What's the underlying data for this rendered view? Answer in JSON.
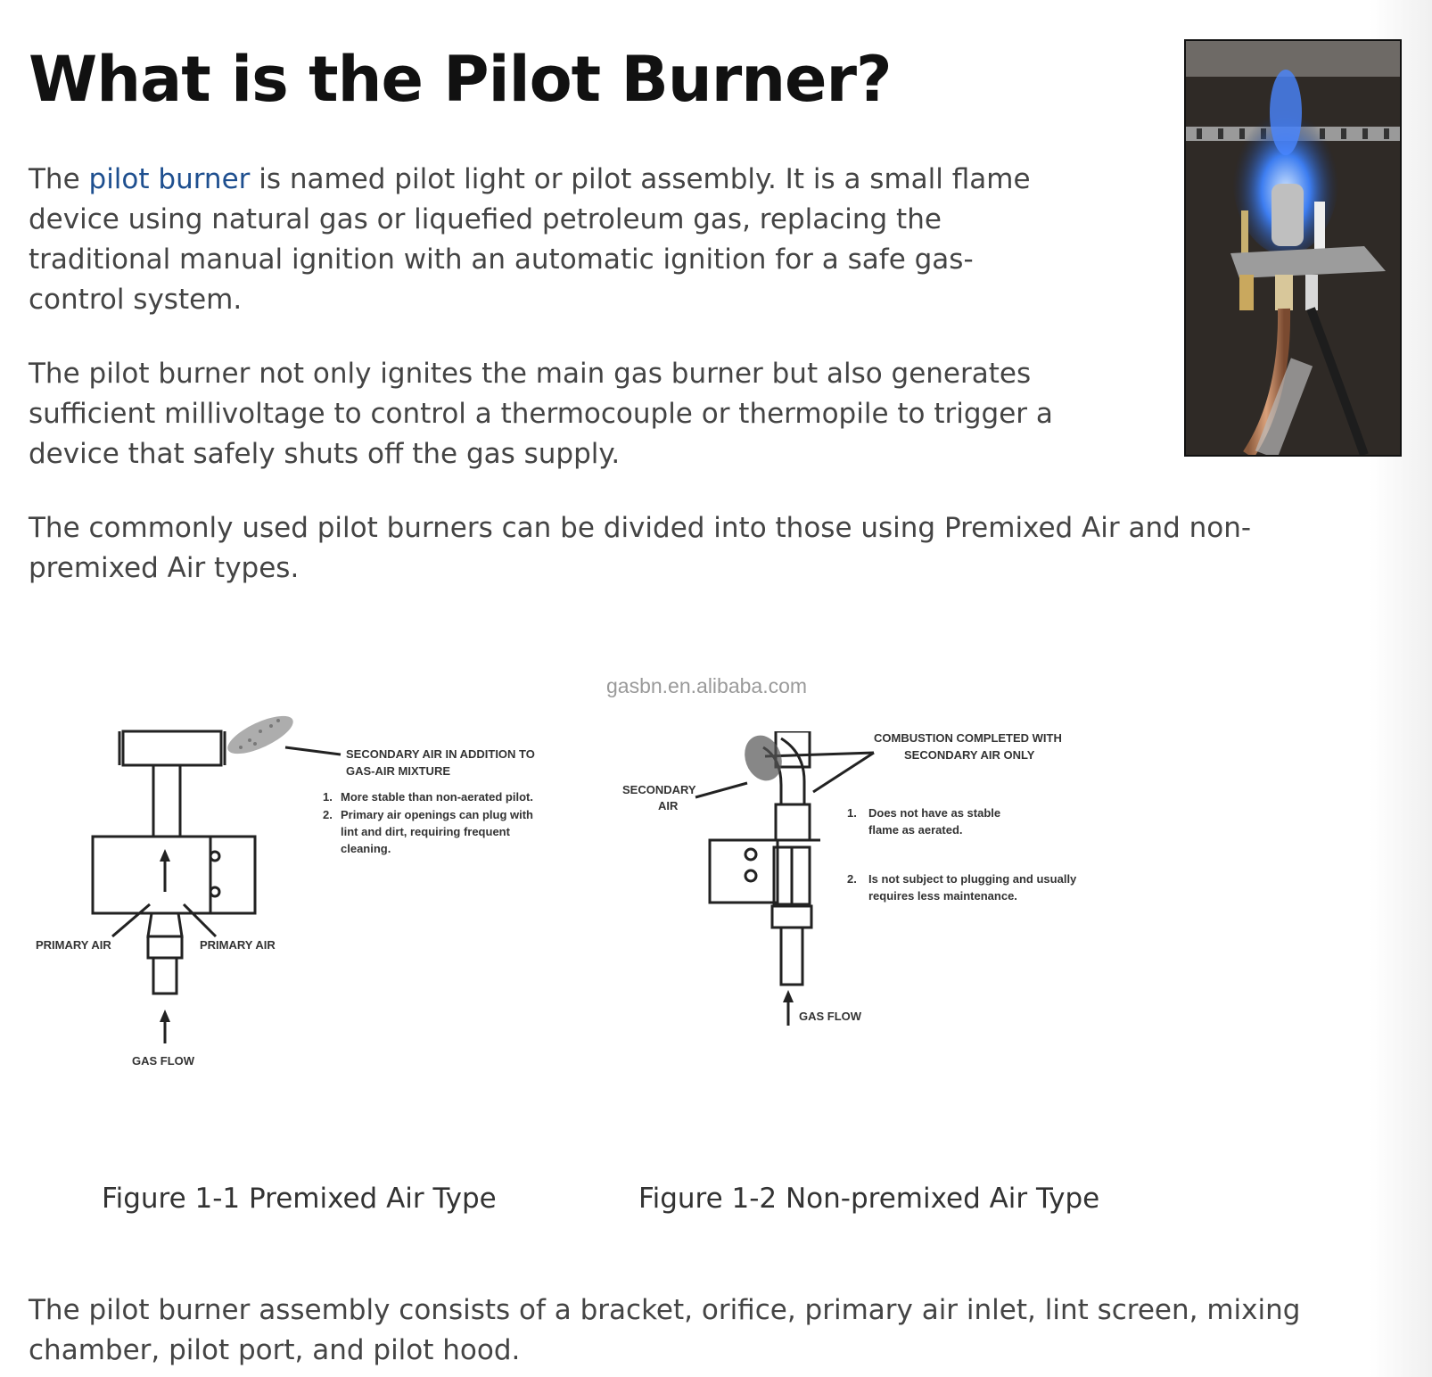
{
  "title": "What is the Pilot Burner?",
  "paragraph1": {
    "prefix": "The ",
    "link": "pilot burner",
    "suffix": " is named pilot light or pilot assembly. It is a small flame device using natural gas or liquefied petroleum gas, replacing the traditional manual ignition with an automatic ignition for a safe gas-control system."
  },
  "paragraph2": "The pilot burner not only ignites the main gas burner but also generates sufficient millivoltage to control a thermocouple or thermopile to trigger a device that safely shuts off the gas supply.",
  "paragraph3": "The commonly used pilot burners can be divided into those using Premixed Air and non-premixed Air types.",
  "watermark": "gasbn.en.alibaba.com",
  "figure1": {
    "caption": "Figure 1-1 Premixed Air Type",
    "secondary_air_line1": "SECONDARY AIR IN ADDITION TO",
    "secondary_air_line2": "GAS-AIR MIXTURE",
    "note1_num": "1.",
    "note1_line1": "More stable than non-aerated pilot.",
    "note2_num": "2.",
    "note2_line1": "Primary air openings can plug with",
    "note2_line2": "lint and dirt, requiring frequent",
    "note2_line3": "cleaning.",
    "primary_air_left": "PRIMARY AIR",
    "primary_air_right": "PRIMARY AIR",
    "gas_flow": "GAS FLOW"
  },
  "figure2": {
    "caption": "Figure 1-2 Non-premixed Air Type",
    "combustion_line1": "COMBUSTION COMPLETED WITH",
    "combustion_line2": "SECONDARY AIR ONLY",
    "secondary_line1": "SECONDARY",
    "secondary_line2": "AIR",
    "note1_num": "1.",
    "note1_line1": "Does not have as stable",
    "note1_line2": "flame as aerated.",
    "note2_num": "2.",
    "note2_line1": "Is not subject to plugging and usually",
    "note2_line2": "requires less maintenance.",
    "gas_flow": "GAS FLOW"
  },
  "paragraph4": "The pilot burner assembly consists of a bracket, orifice, primary air inlet, lint screen, mixing chamber, pilot port, and pilot hood."
}
